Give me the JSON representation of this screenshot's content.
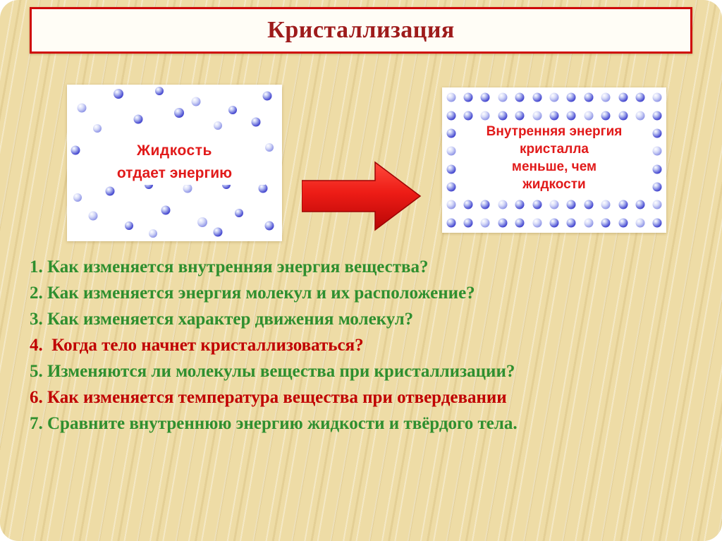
{
  "slide": {
    "title": "Кристаллизация",
    "colors": {
      "bg_base": "#eedca6",
      "box_border": "#cf0a0a",
      "title_color": "#9e1b1b",
      "panel_label": "#e11a1a",
      "arrow_fill": "#ed1c16",
      "arrow_fill_dark": "#c40808",
      "green": "#2f8f2f",
      "red": "#c00000"
    },
    "liquid_panel": {
      "lines": [
        "Жидкость",
        "отдает  энергию"
      ],
      "dots": [
        [
          7,
          15,
          13
        ],
        [
          24,
          6,
          14
        ],
        [
          43,
          4,
          12
        ],
        [
          60,
          11,
          13
        ],
        [
          77,
          16,
          12
        ],
        [
          93,
          7,
          13
        ],
        [
          14,
          28,
          12
        ],
        [
          33,
          22,
          13
        ],
        [
          52,
          18,
          14
        ],
        [
          70,
          26,
          12
        ],
        [
          88,
          24,
          13
        ],
        [
          4,
          42,
          13
        ],
        [
          94,
          40,
          12
        ],
        [
          10,
          57,
          13
        ],
        [
          30,
          52,
          12
        ],
        [
          50,
          48,
          13
        ],
        [
          68,
          52,
          12
        ],
        [
          86,
          50,
          13
        ],
        [
          5,
          72,
          12
        ],
        [
          20,
          68,
          13
        ],
        [
          38,
          64,
          12
        ],
        [
          56,
          66,
          13
        ],
        [
          74,
          64,
          12
        ],
        [
          91,
          66,
          13
        ],
        [
          12,
          84,
          13
        ],
        [
          29,
          90,
          12
        ],
        [
          46,
          80,
          13
        ],
        [
          63,
          88,
          14
        ],
        [
          80,
          82,
          12
        ],
        [
          94,
          90,
          13
        ],
        [
          40,
          95,
          12
        ],
        [
          70,
          94,
          13
        ]
      ]
    },
    "crystal_panel": {
      "lines": [
        "Внутренняя энергия",
        "кристалла",
        "меньше, чем",
        "жидкости"
      ],
      "grid": {
        "rows": 8,
        "cols": 13,
        "dot": 13,
        "margin_x": 4,
        "margin_y": 7
      }
    },
    "arrow_label": "right-arrow",
    "questions": [
      {
        "text": "1. Как изменяется внутренняя энергия вещества?",
        "color": "green"
      },
      {
        "text": "2. Как изменяется энергия молекул и их расположение?",
        "color": "green"
      },
      {
        "text": "3. Как изменяется характер движения молекул?",
        "color": "green"
      },
      {
        "text": "4.  Когда тело начнет кристаллизоваться?",
        "color": "red"
      },
      {
        "text": "5. Изменяются ли молекулы вещества при кристаллизации?",
        "color": "green"
      },
      {
        "text": "6. Как изменяется температура вещества при отвердевании",
        "color": "red"
      },
      {
        "text": "7. Сравните внутреннюю энергию жидкости и твёрдого тела.",
        "color": "green"
      }
    ]
  }
}
